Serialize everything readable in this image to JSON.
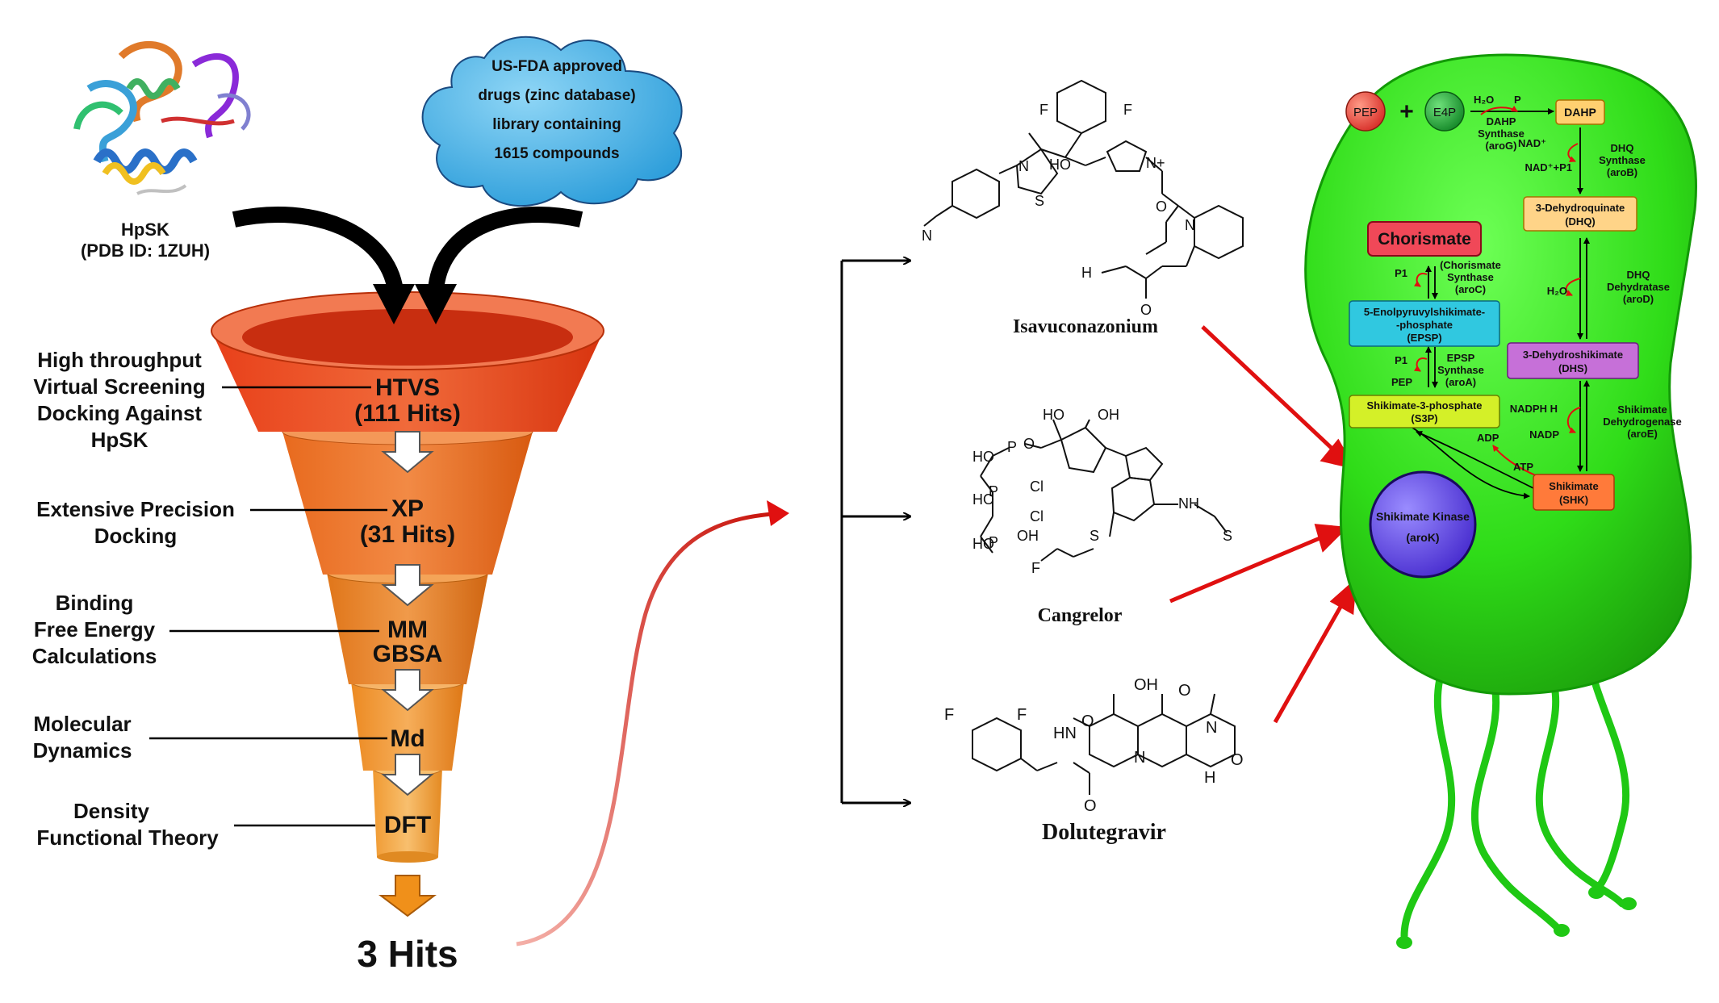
{
  "protein": {
    "name": "HpSK",
    "pdb": "(PDB ID: 1ZUH)"
  },
  "cloud": {
    "lines": [
      "US-FDA approved",
      "drugs (zinc database)",
      "library containing",
      "1615 compounds"
    ]
  },
  "funnel": [
    {
      "stage": [
        "HTVS",
        "(111 Hits)"
      ],
      "label": [
        "High throughput",
        "Virtual Screening",
        "Docking Against",
        "HpSK"
      ]
    },
    {
      "stage": [
        "XP",
        "(31 Hits)"
      ],
      "label": [
        "Extensive Precision",
        "Docking"
      ]
    },
    {
      "stage": [
        "MM",
        "GBSA"
      ],
      "label": [
        "Binding",
        "Free Energy",
        "Calculations"
      ]
    },
    {
      "stage": [
        "Md"
      ],
      "label": [
        "Molecular",
        "Dynamics"
      ]
    },
    {
      "stage": [
        "DFT"
      ],
      "label": [
        "Density",
        "Functional Theory"
      ]
    }
  ],
  "result": "3 Hits",
  "compounds": [
    "Isavuconazonium",
    "Cangrelor",
    "Dolutegravir"
  ],
  "atoms": {
    "F": "F",
    "N": "N",
    "S": "S",
    "O": "O",
    "HO": "HO",
    "OH": "OH",
    "H": "H",
    "Nplus": "N+",
    "Cl": "Cl",
    "P": "P",
    "HN": "HN",
    "NH": "NH"
  },
  "pathway": {
    "pep": "PEP",
    "plus": "+",
    "e4p": "E4P",
    "h2o": "H₂O",
    "p": "P",
    "dahp_enzyme": [
      "DAHP",
      "Synthase",
      "(aroG)"
    ],
    "dahp": "DAHP",
    "nad": "NAD⁺",
    "nad_p1": "NAD⁺+P1",
    "dhq_enzyme": [
      "DHQ",
      "Synthase",
      "(aroB)"
    ],
    "dhq": [
      "3-Dehydroquinate",
      "(DHQ)"
    ],
    "h2o_2": "H₂O",
    "dhq_dehydratase": [
      "DHQ",
      "Dehydratase",
      "(aroD)"
    ],
    "dhs": [
      "3-Dehydroshikimate",
      "(DHS)"
    ],
    "nadph": "NADPH  H",
    "nadp": "NADP",
    "shk_dh": [
      "Shikimate",
      "Dehydrogenase",
      "(aroE)"
    ],
    "shk": [
      "Shikimate",
      "(SHK)"
    ],
    "atp": "ATP",
    "adp": "ADP",
    "s3p": [
      "Shikimate-3-phosphate",
      "(S3P)"
    ],
    "p1_a": "P1",
    "pep_2": "PEP",
    "epsp_enzyme": [
      "EPSP",
      "Synthase",
      "(aroA)"
    ],
    "epsp": [
      "5-Enolpyruvylshikimate-",
      "-phosphate",
      "(EPSP)"
    ],
    "p1_b": "P1",
    "chor_enzyme": [
      "(Chorismate",
      "Synthase",
      "(aroC)"
    ],
    "chorismate": "Chorismate",
    "kinase": [
      "Shikimate Kinase",
      "(aroK)"
    ]
  }
}
